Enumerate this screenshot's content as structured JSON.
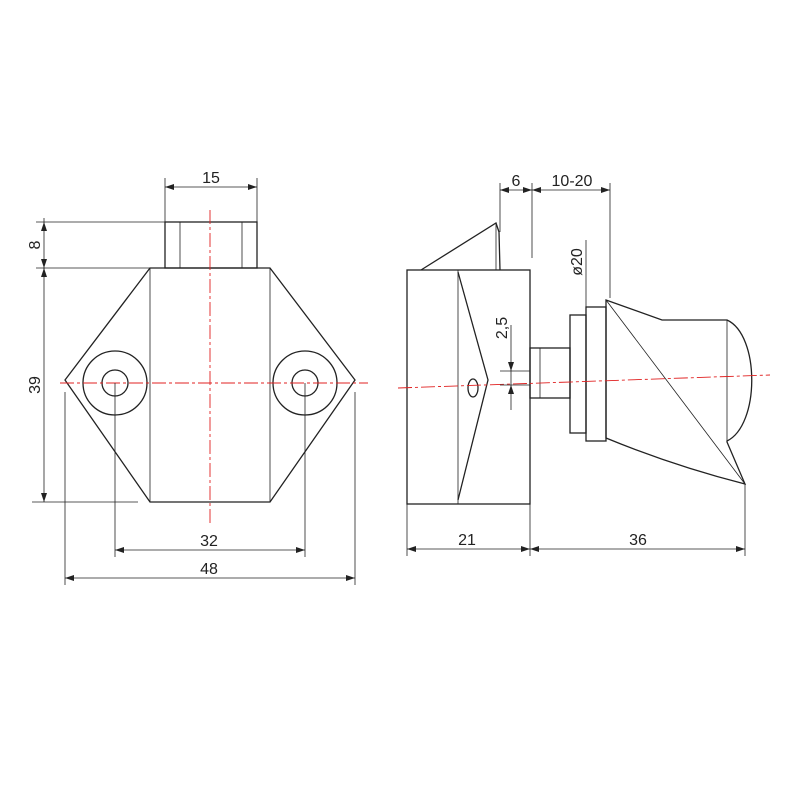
{
  "colors": {
    "outline": "#222222",
    "centerline": "#e02020",
    "background": "#ffffff"
  },
  "front_view": {
    "dim_top_width": "15",
    "dim_top_height": "8",
    "dim_body_height": "39",
    "dim_hole_spacing": "32",
    "dim_overall_width": "48"
  },
  "side_view": {
    "dim_flange": "6",
    "dim_stroke": "10-20",
    "dim_diameter": "ø20",
    "dim_offset": "2,5",
    "dim_body_depth": "21",
    "dim_plunger_length": "36"
  }
}
